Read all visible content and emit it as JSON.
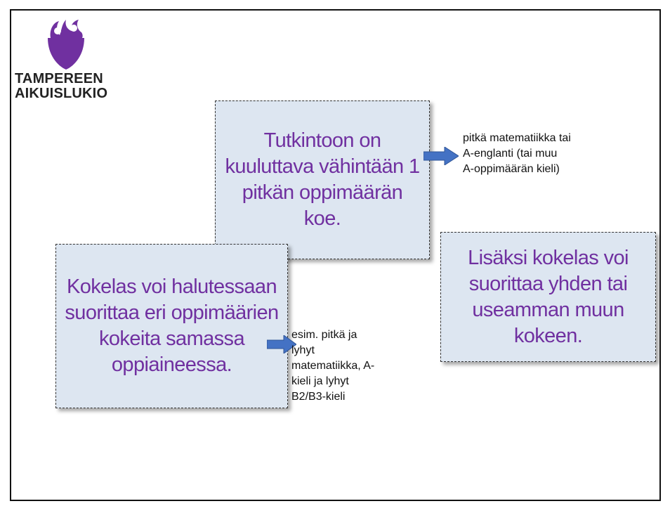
{
  "logo": {
    "icon": "tampere-aikuislukio-flame-logo",
    "line1": "TAMPEREEN",
    "line2": "AIKUISLUKIO",
    "color": "#7030a0"
  },
  "boxes": {
    "box1": "Tutkintoon on kuuluttava vähintään  1 pitkän oppimäärän koe.",
    "box2": "Kokelas voi halutessaan suorittaa eri oppimäärien kokeita samassa oppiaineessa.",
    "box3": "Lisäksi kokelas voi suorittaa yhden tai useamman muun kokeen."
  },
  "notes": {
    "note1": "pitkä matematiikka tai\nA-englanti (tai muu\nA-oppimäärän kieli)",
    "note2": "esim. pitkä ja\nlyhyt\nmatematiikka, A-\nkieli ja lyhyt\nB2/B3-kieli"
  },
  "colors": {
    "box_fill": "#dde6f1",
    "box_text": "#7030a0",
    "arrow": "#4472c4"
  }
}
